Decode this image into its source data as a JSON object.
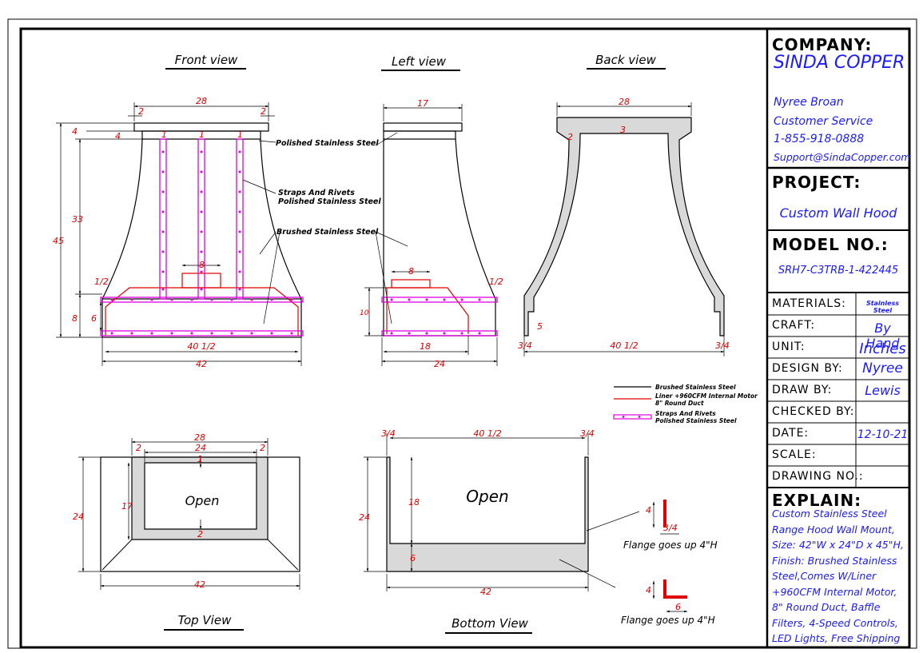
{
  "views": {
    "front": "Front view",
    "left": "Left view",
    "back": "Back view",
    "top": "Top View",
    "bottom": "Bottom View"
  },
  "dims": {
    "front_top_width": "28",
    "front_overhang_left": "2",
    "front_overhang_right": "2",
    "front_crown_h": "4",
    "front_crown_h2": "4",
    "front_total_h": "45",
    "front_body_h": "33",
    "front_strap1": "1",
    "front_strap2": "1",
    "front_strap3": "1",
    "front_liner_w": "8",
    "front_half": "1/2",
    "front_band_h": "6",
    "front_base_h": "8",
    "front_inner_w": "40 1/2",
    "front_total_w": "42",
    "left_top_w": "17",
    "left_half": "1/2",
    "left_liner_w": "8",
    "left_band_h": "10",
    "left_inner_w": "18",
    "left_total_w": "24",
    "back_top_w": "28",
    "back_left": "2",
    "back_top_thk": "3",
    "back_notch": "5",
    "back_frac_l": "3/4",
    "back_inner_w": "40 1/2",
    "back_frac_r": "3/4",
    "top_w": "28",
    "top_inner": "24",
    "top_left2": "2",
    "top_right2": "2",
    "top_side1": "1",
    "top_depth": "17",
    "top_bottom2": "2",
    "top_overall_d": "24",
    "top_total_w": "42",
    "bot_frac_l": "3/4",
    "bot_inner_w": "40 1/2",
    "bot_frac_r": "3/4",
    "bot_depth": "24",
    "bot_inner_d": "18",
    "bot_shelf": "6",
    "bot_total_w": "42",
    "flange1_h": "4",
    "flange1_t": "3/4",
    "flange2_h": "4",
    "flange2_w": "6"
  },
  "annotations": {
    "polished": "Polished Stainless Steel",
    "straps1": "Straps And Rivets",
    "straps2": "Polished Stainless Steel",
    "brushed": "Brushed Stainless Steel",
    "open_top": "Open",
    "open_bottom": "Open",
    "flange1": "Flange goes up 4\"H",
    "flange2": "Flange goes up 4\"H"
  },
  "legend": {
    "brushed": "Brushed Stainless Steel",
    "liner1": "Liner +960CFM Internal Motor",
    "liner2": "8\" Round Duct",
    "straps1": "Straps And Rivets",
    "straps2": "Polished Stainless Steel"
  },
  "title_block": {
    "company_label": "COMPANY:",
    "company_name": "SINDA COPPER",
    "contact_name": "Nyree Broan",
    "contact_role": "Customer Service",
    "contact_phone": "1-855-918-0888",
    "contact_email": "Support@SindaCopper.com",
    "project_label": "PROJECT:",
    "project_value": "Custom Wall Hood",
    "model_label": "MODEL NO.:",
    "model_value": "SRH7-C3TRB-1-422445",
    "rows": [
      {
        "label": "MATERIALS:",
        "value": "Stainless Steel"
      },
      {
        "label": "CRAFT:",
        "value": "By Hand"
      },
      {
        "label": "UNIT:",
        "value": "Inches"
      },
      {
        "label": "DESIGN BY:",
        "value": "Nyree"
      },
      {
        "label": "DRAW BY:",
        "value": "Lewis"
      },
      {
        "label": "CHECKED BY:",
        "value": ""
      },
      {
        "label": "DATE:",
        "value": "12-10-21"
      },
      {
        "label": "SCALE:",
        "value": ""
      },
      {
        "label": "DRAWING NO.:",
        "value": ""
      }
    ],
    "explain_label": "EXPLAIN:",
    "explain_lines": [
      "Custom Stainless Steel",
      "Range Hood Wall Mount,",
      "Size: 42\"W x 24\"D x 45\"H,",
      "Finish: Brushed Stainless",
      "Steel,Comes W/Liner",
      "+960CFM Internal Motor,",
      "8\" Round Duct, Baffle",
      "Filters, 4-Speed Controls,",
      "LED Lights, Free Shipping"
    ]
  },
  "colors": {
    "liner": "#e00000",
    "straps": "#e000e0",
    "dimension": "#e00000",
    "company": "#1a1aff",
    "fill": "#d9d9d9"
  }
}
